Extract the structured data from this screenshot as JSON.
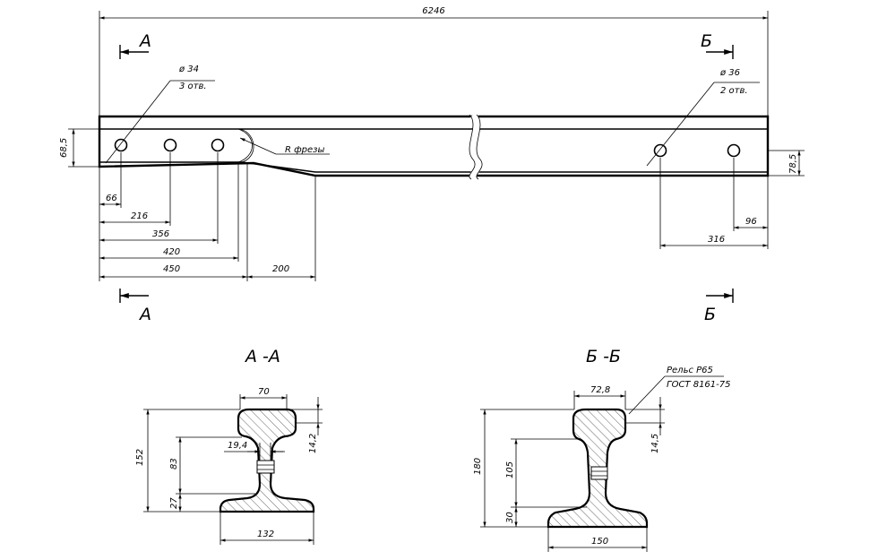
{
  "labels": {
    "section_a": "А",
    "section_b": "Б",
    "section_aa_title": "А -А",
    "section_bb_title": "Б -Б"
  },
  "notes": {
    "holes_left_dia": "ø 34",
    "holes_left_count": "3 отв.",
    "holes_right_dia": "ø 36",
    "holes_right_count": "2 отв.",
    "mill_radius": "R фрезы",
    "rail_type": "Рельс Р65",
    "rail_standard": "ГОСТ 8161-75"
  },
  "dimensions": {
    "total_length": "6246",
    "left_height": "68,5",
    "right_height": "78,5",
    "d66": "66",
    "d216": "216",
    "d356": "356",
    "d420": "420",
    "d450": "450",
    "d200": "200",
    "d96": "96",
    "d316": "316",
    "aa_head_width": "70",
    "aa_height": "152",
    "aa_web_height": "83",
    "aa_foot_height": "27",
    "aa_web_thickness": "19,4",
    "aa_head_depth": "14,2",
    "aa_foot_width": "132",
    "bb_head_width": "72,8",
    "bb_height": "180",
    "bb_web_height": "105",
    "bb_foot_height": "30",
    "bb_head_depth": "14,5",
    "bb_foot_width": "150"
  },
  "colors": {
    "line": "#000000",
    "background": "#ffffff"
  }
}
